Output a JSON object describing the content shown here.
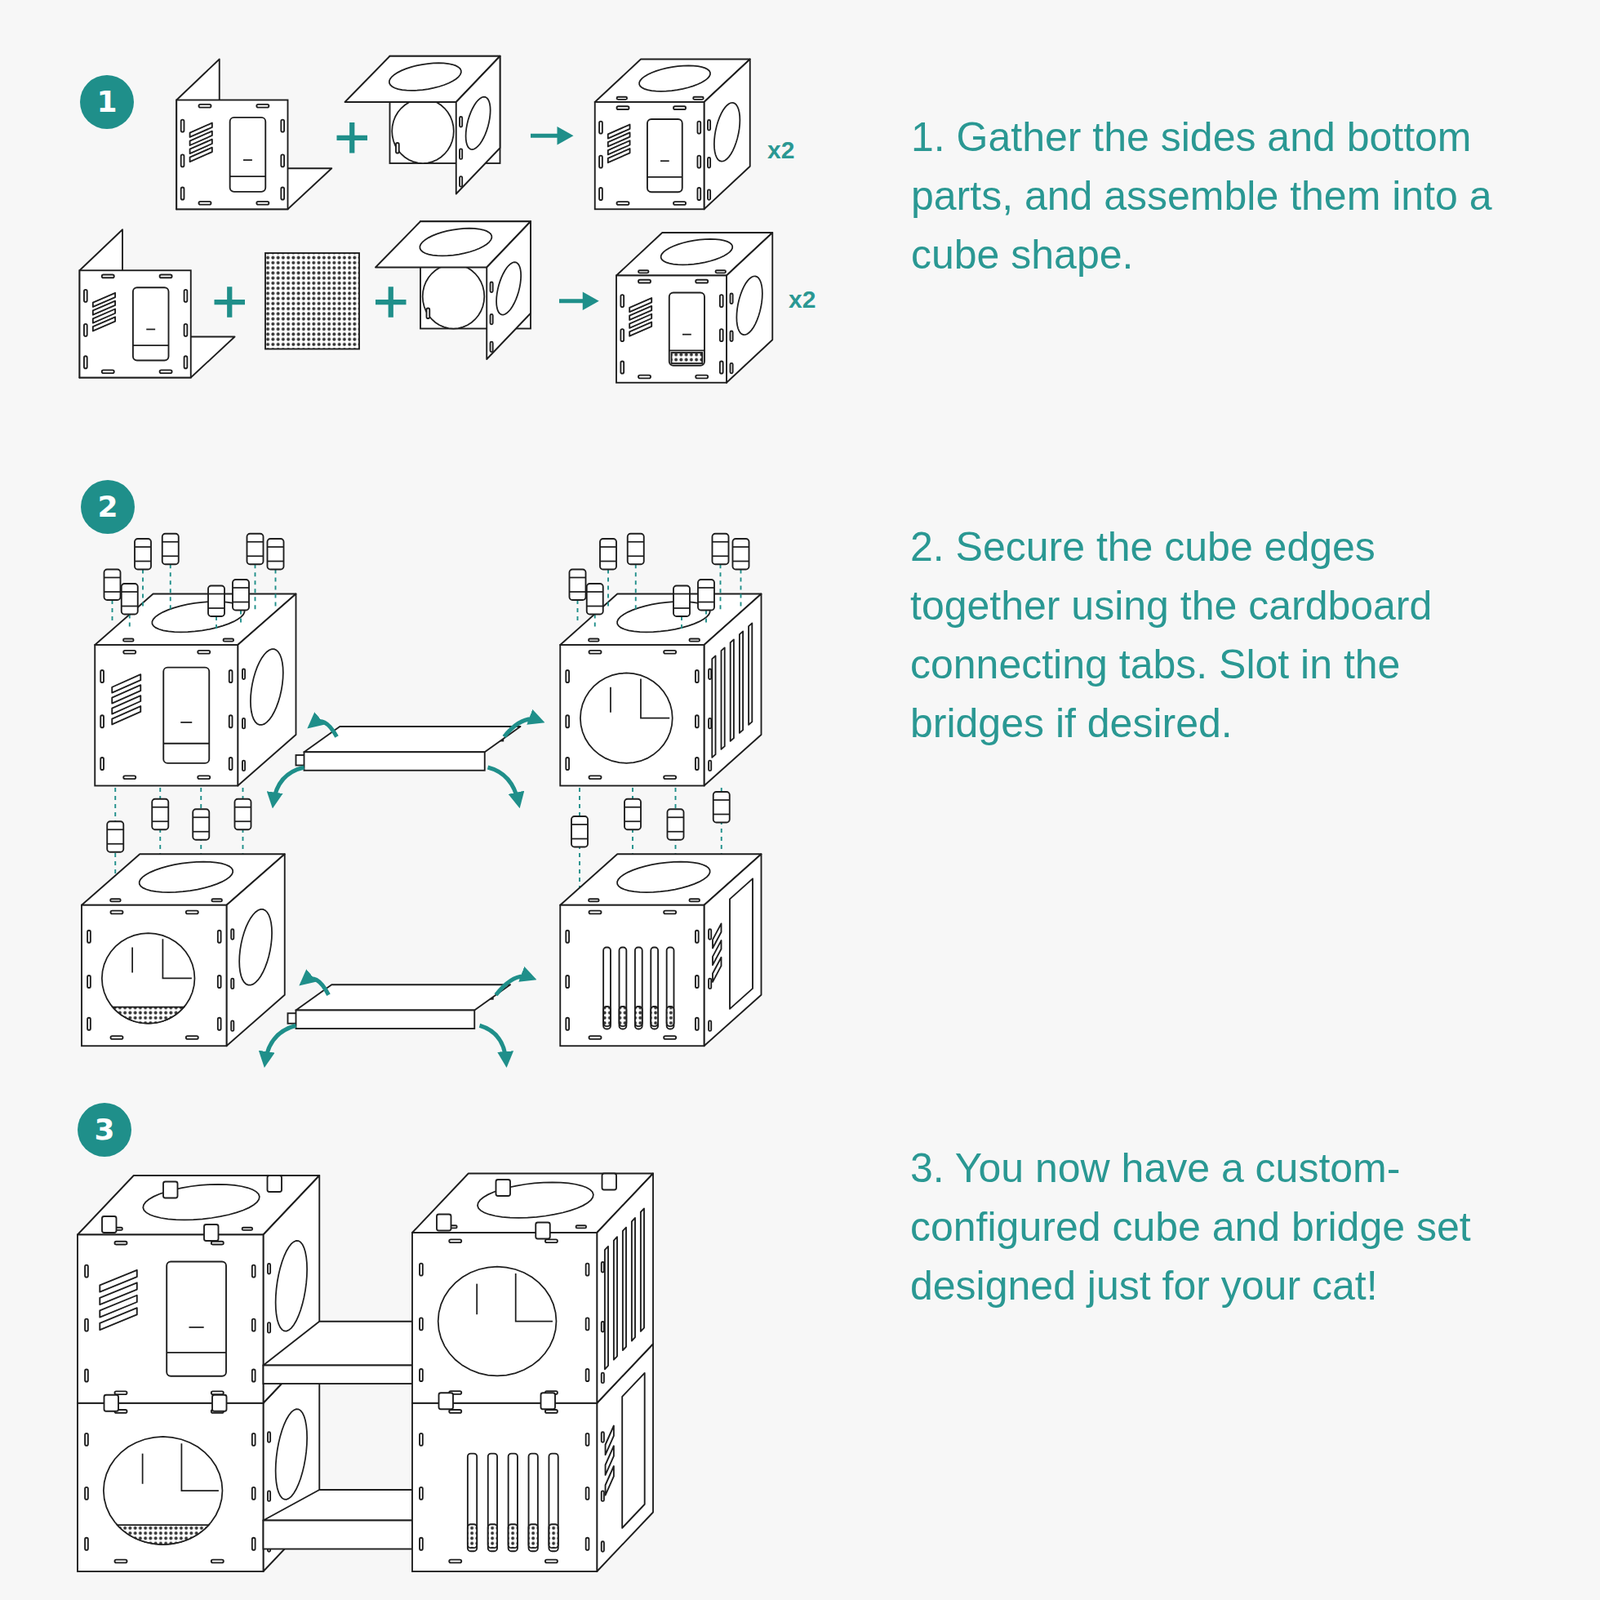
{
  "diagram": {
    "nodes": [
      {
        "text": [
          "1"
        ]
      },
      {
        "text": [
          "2"
        ]
      },
      {
        "text": [
          "3"
        ]
      }
    ],
    "labels": [
      "x2",
      "x2",
      "1. Gather the sides and bottom parts, and assemble them into a cube shape.",
      "2. Secure the cube edges together using the cardboard connecting tabs. Slot in the bridges if desired.",
      "3. You now have a custom-configured cube and bridge set designed just for your cat!"
    ]
  }
}
